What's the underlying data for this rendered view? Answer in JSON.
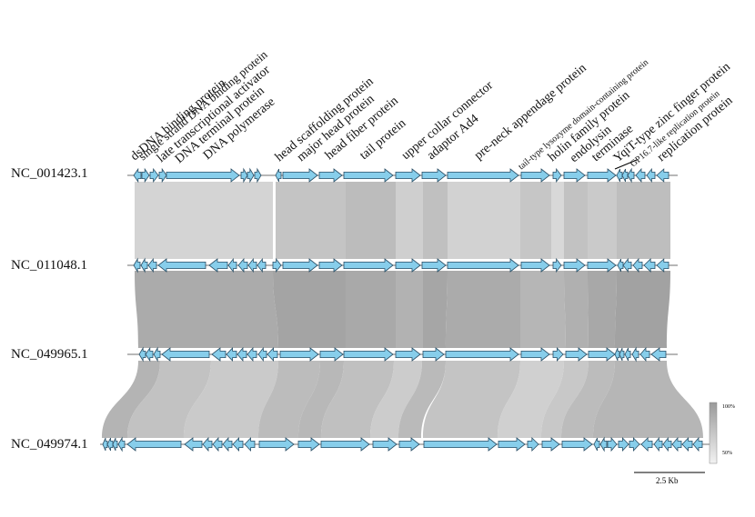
{
  "genomes": [
    {
      "id": "NC_001423.1"
    },
    {
      "id": "NC_011048.1"
    },
    {
      "id": "NC_049965.1"
    },
    {
      "id": "NC_049974.1"
    }
  ],
  "gene_labels": [
    "dsDNA binding protein",
    "single strand DNA binding protein",
    "late transcriptional activator",
    "DNA terminal protein",
    "DNA polymerase",
    "head scaffolding protein",
    "major head protein",
    "head fiber protein",
    "tail protein",
    "upper collar connector",
    "adaptor Ad4",
    "pre-neck appendage protein",
    "tail-type lysozyme domain-containing protein",
    "holin family protein",
    "endolysin",
    "terminase",
    "YqiT-type zinc finger protein",
    "GP16.7-like replication protein",
    "replication protein"
  ],
  "scale_bar": {
    "label": "2.5 Kb"
  },
  "identity_legend": {
    "high": "100%",
    "low": "50%"
  },
  "colors": {
    "gene_fill": "#87CEEB",
    "gene_stroke": "#2b4f66",
    "link_light": "#dddddd",
    "link_dark": "#a8a8a8"
  }
}
